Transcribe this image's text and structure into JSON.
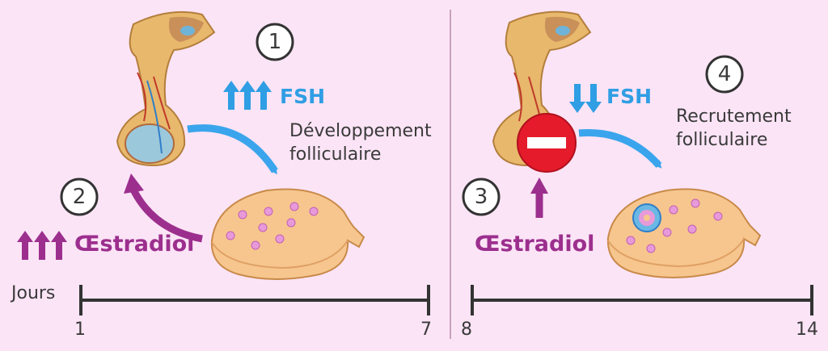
{
  "left_panel": {
    "step_top": "1",
    "step_bottom": "2",
    "hormone_top": "FSH",
    "hormone_bottom": "Œstradiol",
    "process_line1": "Développement",
    "process_line2": "folliculaire"
  },
  "right_panel": {
    "step_top": "4",
    "step_bottom": "3",
    "hormone_top": "FSH",
    "hormone_bottom": "Œstradiol",
    "process_line1": "Recrutement",
    "process_line2": "folliculaire"
  },
  "timeline": {
    "label": "Jours",
    "left_start": "1",
    "left_end": "7",
    "right_start": "8",
    "right_end": "14"
  },
  "colors": {
    "background": "#fbe4f6",
    "fsh": "#2f9ee4",
    "estradiol": "#9c2f8e",
    "ovary": "#f6c68e",
    "follicle": "#e79ad9",
    "stop": "#e51b2c"
  }
}
